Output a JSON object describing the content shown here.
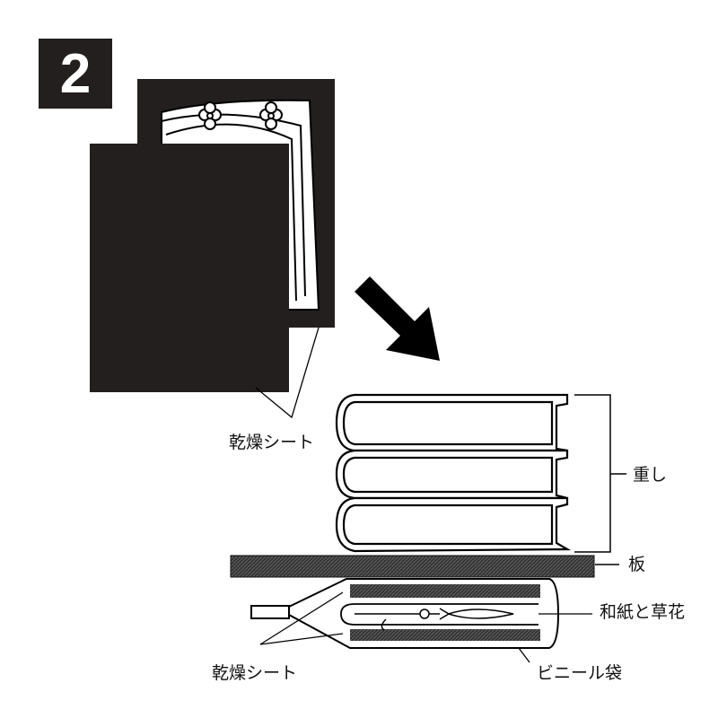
{
  "step_number": "2",
  "labels": {
    "drying_sheet_top": "乾燥シート",
    "weight": "重し",
    "board": "板",
    "washi_and_flowers": "和紙と草花",
    "drying_sheet_bottom": "乾燥シート",
    "plastic_bag": "ビニール袋"
  },
  "colors": {
    "ink": "#231f1e",
    "sheet": "#2a2626"
  }
}
